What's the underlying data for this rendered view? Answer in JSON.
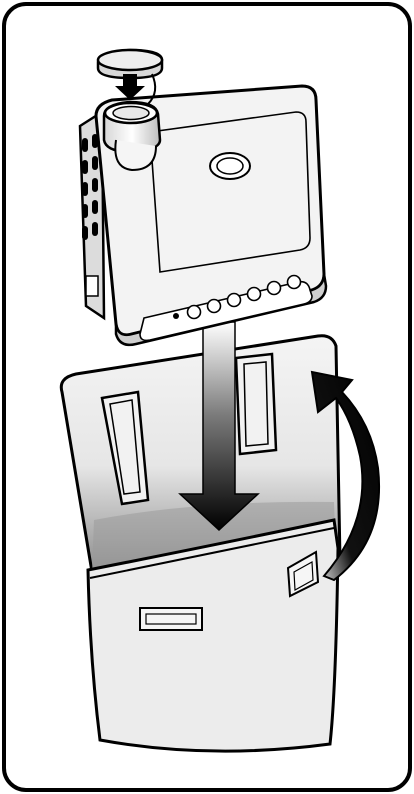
{
  "figure": {
    "kind": "instruction-illustration",
    "steps": [
      "attach-lens-cap",
      "insert-projector-into-case",
      "fold-flap-closed"
    ],
    "colors": {
      "frame": "#000000",
      "background": "#ffffff",
      "device_body": "#f3f3f3",
      "case_body": "#ececec",
      "case_shadow": "#9a9a9a",
      "arrow_dark": "#000000"
    },
    "icons": [
      "lens-cap-icon",
      "projector-icon",
      "carrying-case-icon",
      "insert-arrow-icon",
      "fold-arrow-icon"
    ]
  }
}
